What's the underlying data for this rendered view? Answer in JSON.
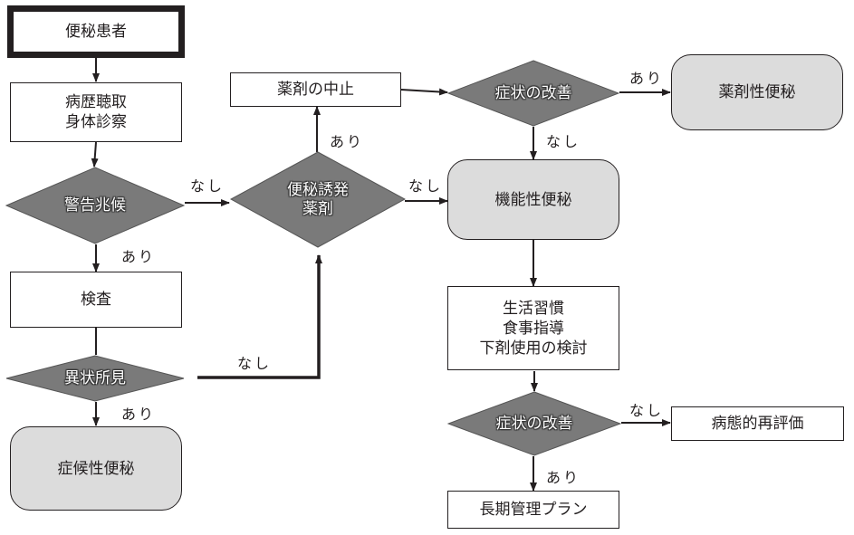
{
  "colors": {
    "decision_fill": "#7a7a7a",
    "terminal_fill": "#dcdcdc",
    "line": "#231f20"
  },
  "nodes": {
    "patient": "便秘患者",
    "history": "病歴聴取\n身体診察",
    "warning": "警告兆候",
    "exam": "検査",
    "abnormal": "異状所見",
    "symptomatic": "症候性便秘",
    "drug_induce": "便秘誘発\n薬剤",
    "drug_stop": "薬剤の中止",
    "improve1": "症状の改善",
    "drug_constip": "薬剤性便秘",
    "functional": "機能性便秘",
    "lifestyle": "生活習慣\n食事指導\n下剤使用の検討",
    "improve2": "症状の改善",
    "reeval": "病態的再評価",
    "longterm": "長期管理プラン"
  },
  "labels": {
    "warning_no": "なし",
    "warning_yes": "あり",
    "abnormal_yes": "あり",
    "abnormal_no": "なし",
    "drug_yes": "あり",
    "drug_no": "なし",
    "improve1_yes": "あり",
    "improve1_no": "なし",
    "improve2_no": "なし",
    "improve2_yes": "あり"
  }
}
